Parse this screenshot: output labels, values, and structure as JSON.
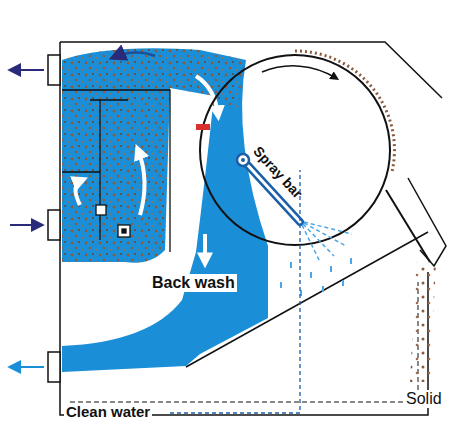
{
  "diagram": {
    "labels": [
      "Spray bar",
      "Back wash",
      "Clean water",
      "Solid"
    ]
  }
}
